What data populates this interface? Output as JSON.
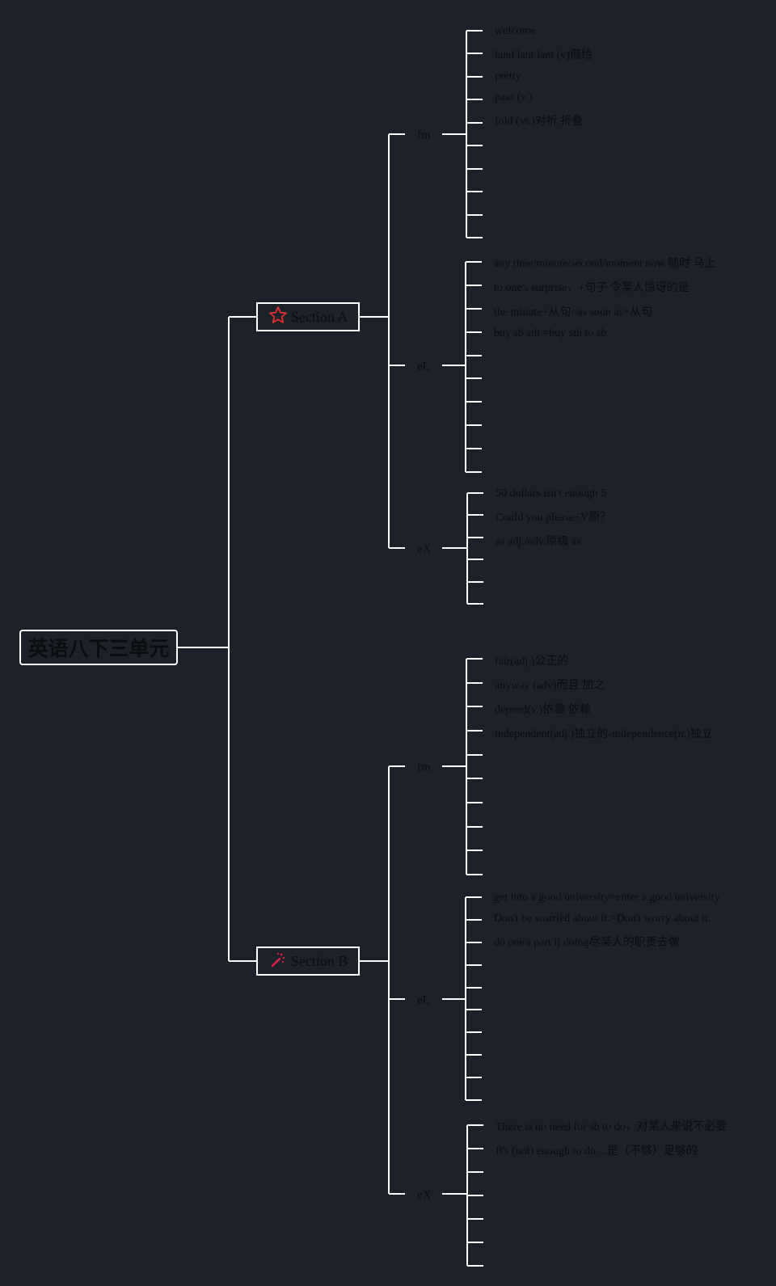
{
  "root": {
    "label": "英语八下三单元"
  },
  "sections": [
    {
      "label": "Section A",
      "icon": "star-icon",
      "icon_color": "#e03030",
      "groups": [
        {
          "label": "fm",
          "items": [
            "welcome",
            "land lant lant (v)借给",
            "pretty",
            "pass (v.)",
            "fold (vt.)对折 折叠"
          ]
        },
        {
          "label": "eL",
          "items": [
            "any time/minute/second/moment now 随时 马上",
            "to one's surprise，+句子 令某人惊讶的是",
            "the minute+从句=as soon as+从句",
            "buy sb sth =buy sth to sb"
          ]
        },
        {
          "label": "eX",
          "items": [
            "50 dollars isn't enough 5",
            "Could you please+V原？",
            "as adj./adv.原级 as"
          ]
        }
      ]
    },
    {
      "label": "Section B",
      "icon": "magic-wand-icon",
      "icon_color": "#e0204a",
      "groups": [
        {
          "label": "fm",
          "items": [
            "fair(adj.)公正的",
            "anyway (adv)而且 加之",
            "depend(v.)依靠 依赖",
            "independent(adj.)独立的-independence(n.)独立"
          ]
        },
        {
          "label": "eL",
          "items": [
            "get into a good university=enter a good university",
            "Don't be worried about it.=Don't worry about it.",
            "do one's part ij doing尽某人的职责去做"
          ]
        },
        {
          "label": "eX",
          "items": [
            "There is no need for sb to do，对某人来说不必要",
            "It's (not) enough to do ...是（不够）足够的"
          ]
        }
      ]
    }
  ]
}
